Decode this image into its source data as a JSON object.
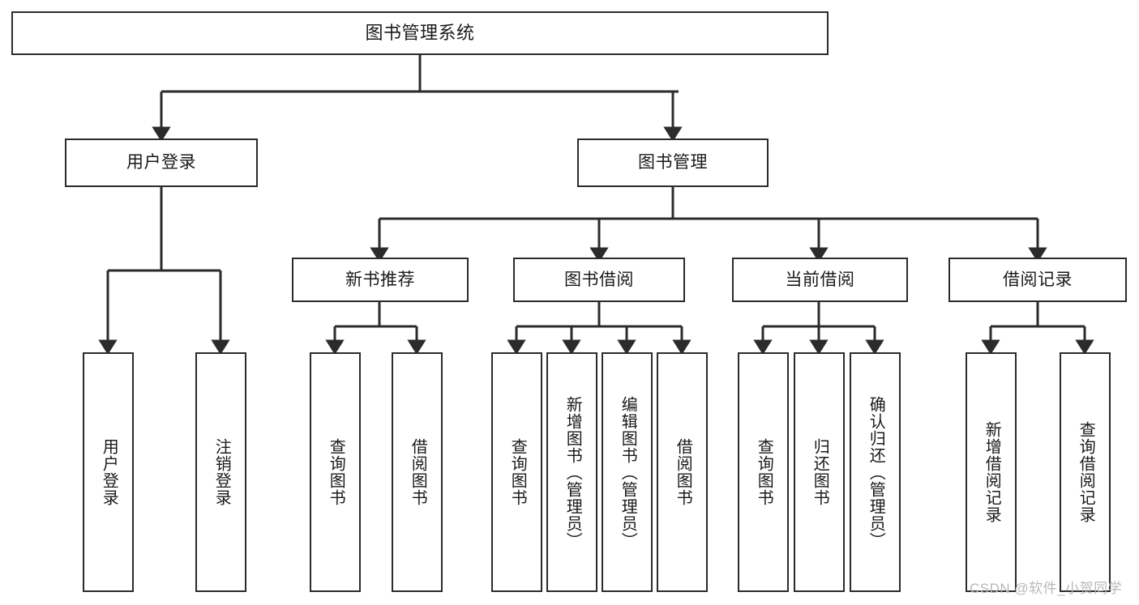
{
  "diagram": {
    "title": "图书管理系统",
    "type": "hierarchy-tree",
    "stroke_color": "#2b2b2b",
    "fill_color": "#ffffff",
    "text_color": "#1a1a1a"
  },
  "nodes": {
    "root": {
      "label": "图书管理系统"
    },
    "level1": [
      {
        "label": "用户登录"
      },
      {
        "label": "图书管理"
      }
    ],
    "level2": [
      {
        "label": "新书推荐"
      },
      {
        "label": "图书借阅"
      },
      {
        "label": "当前借阅"
      },
      {
        "label": "借阅记录"
      }
    ],
    "leaves": {
      "user_login": [
        {
          "label": "用户登录"
        },
        {
          "label": "注销登录"
        }
      ],
      "new_book_recommend": [
        {
          "label": "查询图书"
        },
        {
          "label": "借阅图书"
        }
      ],
      "book_borrow": [
        {
          "label": "查询图书"
        },
        {
          "label": "新增图书（管理员）"
        },
        {
          "label": "编辑图书（管理员）"
        },
        {
          "label": "借阅图书"
        }
      ],
      "current_borrow": [
        {
          "label": "查询图书"
        },
        {
          "label": "归还图书"
        },
        {
          "label": "确认归还（管理员）"
        }
      ],
      "borrow_record": [
        {
          "label": "新增借阅记录"
        },
        {
          "label": "查询借阅记录"
        }
      ]
    }
  },
  "watermark": {
    "text": "CSDN @软件_小贺同学"
  }
}
